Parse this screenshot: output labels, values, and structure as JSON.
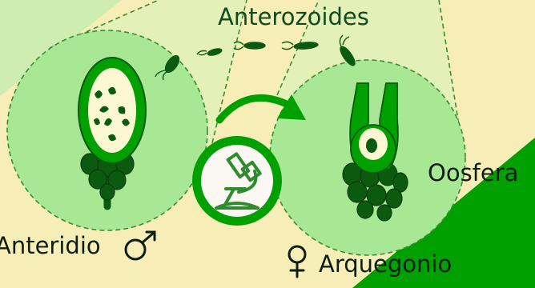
{
  "labels": {
    "antherozoids": "Anterozoides",
    "oosphere": "Oosfera",
    "antheridium": "Anteridio",
    "archegonium": "Arquegonio"
  },
  "symbols": {
    "male_icon": "male-symbol-icon",
    "female_icon": "female-symbol-icon",
    "center_icon": "microscope-icon"
  },
  "colors": {
    "background": "#f6eeb6",
    "light_green": "#a8e895",
    "mid_green": "#00a000",
    "dark_green": "#0c5a10",
    "cell_fill": "#fbf8d2"
  }
}
